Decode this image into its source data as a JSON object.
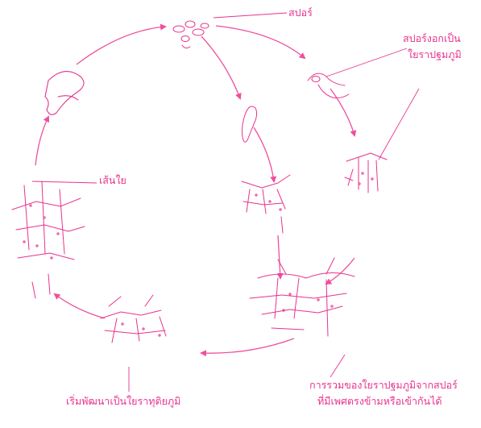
{
  "colors": {
    "ink": "#e8338e",
    "arrow": "#ee4f9e",
    "background": "#ffffff"
  },
  "labels": {
    "spore": "สปอร์",
    "spore_germinate_line1": "สปอร์งอกเป็น",
    "spore_germinate_line2": "ใยราปฐมภูมิ",
    "hypha": "เส้นใย",
    "fusion_line1": "การรวมของใยราปฐมภูมิจากสปอร์",
    "fusion_line2": "ที่มีเพศตรงข้ามหรือเข้ากันได้",
    "secondary_line1": "เริ่มพัฒนาเป็นใยราทุติยภูมิ"
  }
}
